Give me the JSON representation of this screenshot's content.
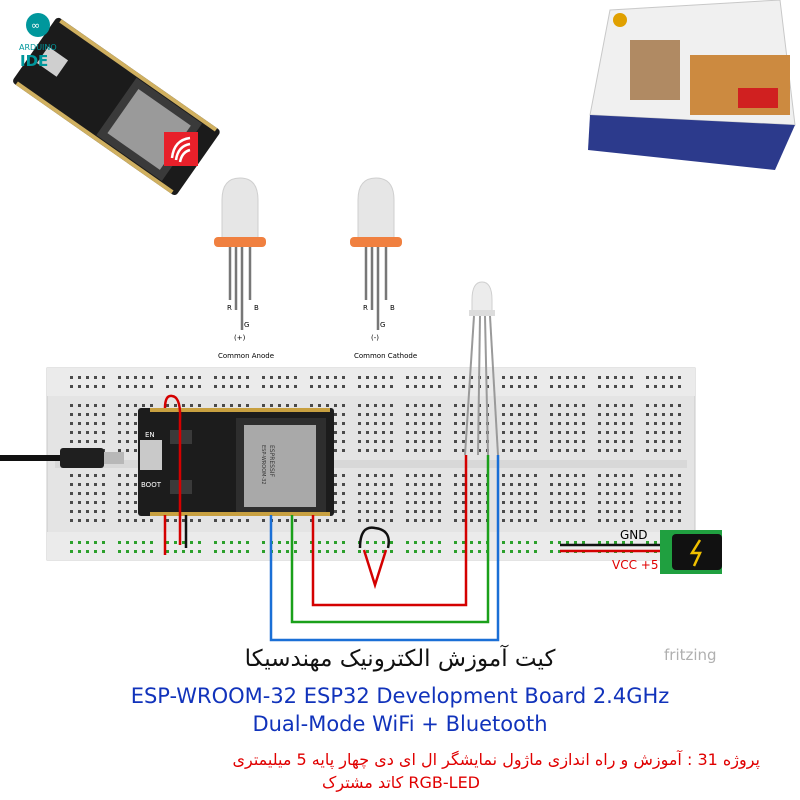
{
  "logo": {
    "line1": "ARDUINO",
    "line2": "IDE"
  },
  "led_labels": {
    "anode": {
      "r": "R",
      "b": "B",
      "g": "G",
      "sign": "(+)",
      "name": "Common Anode"
    },
    "cathode": {
      "r": "R",
      "b": "B",
      "g": "G",
      "sign": "(-)",
      "name": "Common Cathode"
    }
  },
  "power": {
    "gnd": "GND",
    "vcc": "VCC +5"
  },
  "watermark": "fritzing",
  "board": {
    "en": "EN",
    "boot": "BOOT",
    "chip_brand": "ESPRESSIF",
    "chip_model": "ESP-WROOM-32"
  },
  "captions": {
    "kit_title": "کیت آموزش الکترونیک مهندسیکا",
    "english_line1": "ESP-WROOM-32 ESP32  Development Board 2.4GHz",
    "english_line2": "Dual-Mode WiFi + Bluetooth",
    "project_line1": "پروژه 31 : آموزش و راه اندازی ماژول نمایشگر ال ای دی چهار پایه 5 میلیمتری",
    "project_line2": "RGB-LED کاتد مشترک"
  },
  "colors": {
    "red_wire": "#d40000",
    "green_wire": "#1aa01a",
    "blue_wire": "#1a6fd6",
    "black_wire": "#111111",
    "title_blue": "#1133bb",
    "project_red": "#e00000"
  }
}
